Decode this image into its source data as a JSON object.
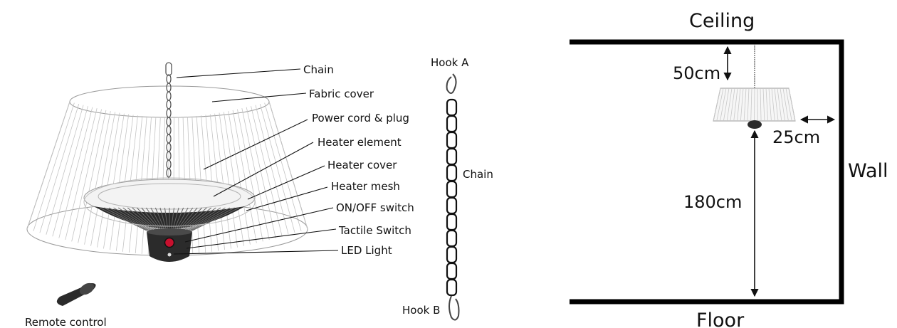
{
  "parts": {
    "chain": "Chain",
    "fabric_cover": "Fabric cover",
    "power_cord": "Power cord & plug",
    "heater_element": "Heater element",
    "heater_cover": "Heater cover",
    "heater_mesh": "Heater mesh",
    "on_off_switch": "ON/OFF switch",
    "tactile_switch": "Tactile Switch",
    "led_light": "LED Light",
    "remote_control": "Remote control"
  },
  "chain_assembly": {
    "hook_a": "Hook A",
    "hook_b": "Hook B",
    "chain": "Chain"
  },
  "installation": {
    "ceiling": "Ceiling",
    "floor": "Floor",
    "wall": "Wall",
    "ceiling_gap": "50cm",
    "wall_gap": "25cm",
    "floor_gap": "180cm"
  }
}
